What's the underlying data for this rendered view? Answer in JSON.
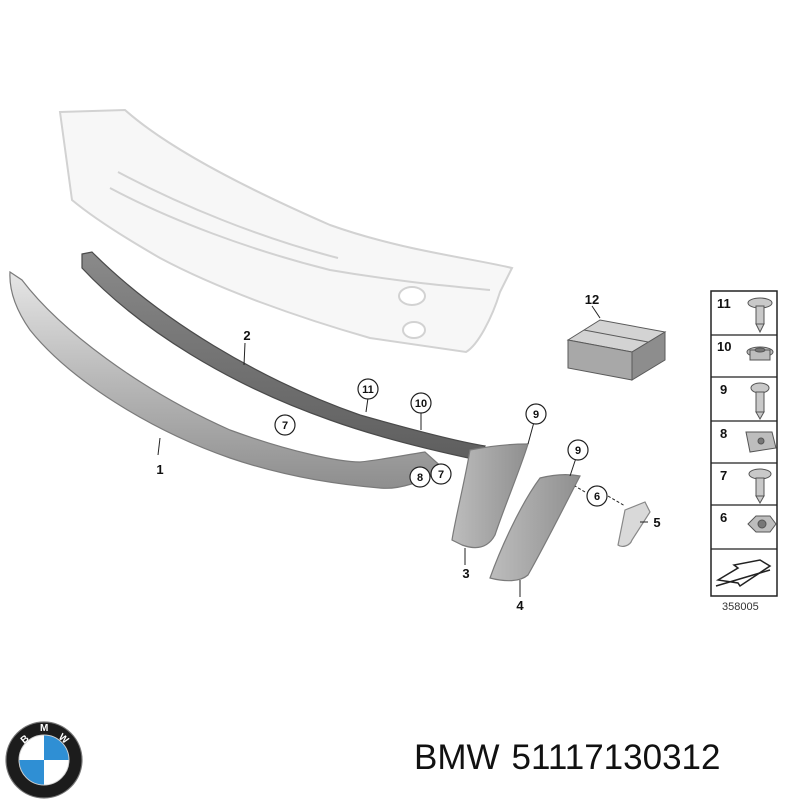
{
  "diagram": {
    "callouts": {
      "p1": "1",
      "p2": "2",
      "p3": "3",
      "p4": "4",
      "p5": "5",
      "p6": "6",
      "p7": "7",
      "p7b": "7",
      "p8": "8",
      "p9a": "9",
      "p9b": "9",
      "p10": "10",
      "p11": "11",
      "p12": "12"
    },
    "fastener_table": [
      "11",
      "10",
      "9",
      "8",
      "7",
      "6"
    ],
    "ref_number": "358005"
  },
  "caption": {
    "brand": "BMW",
    "part_number": "51117130312"
  },
  "logo": {
    "letters": [
      "B",
      "M",
      "W"
    ],
    "colors": {
      "ring": "#1c1c1c",
      "blue": "#2f8fd4",
      "white": "#ffffff"
    }
  }
}
